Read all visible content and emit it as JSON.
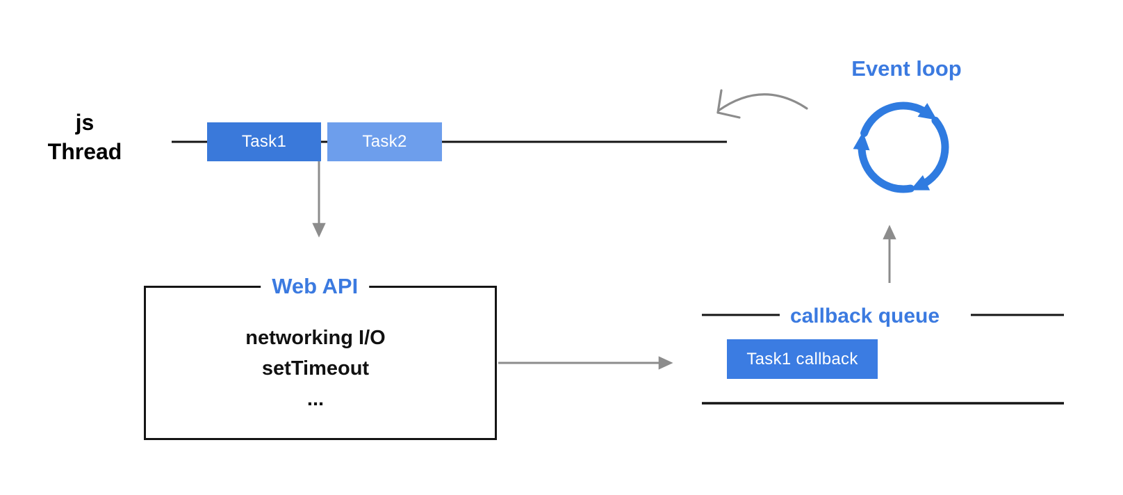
{
  "thread": {
    "label_line1": "js",
    "label_line2": "Thread",
    "tasks": [
      {
        "label": "Task1"
      },
      {
        "label": "Task2"
      }
    ]
  },
  "event_loop": {
    "title": "Event loop",
    "icon": "event-loop-cycle-icon"
  },
  "web_api": {
    "title": "Web API",
    "items": [
      "networking I/O",
      "setTimeout",
      "..."
    ]
  },
  "callback_queue": {
    "title": "callback queue",
    "items": [
      {
        "label": "Task1 callback"
      }
    ]
  },
  "colors": {
    "title_blue": "#3b7ae0",
    "task1_blue": "#3a79da",
    "task2_blue": "#6d9eec",
    "callback_blue": "#3b7ce2",
    "icon_blue": "#2f7be0",
    "arrow_gray": "#8c8c8c",
    "line_black": "#151515",
    "task_text": "#ffffff",
    "background": "#ffffff"
  }
}
